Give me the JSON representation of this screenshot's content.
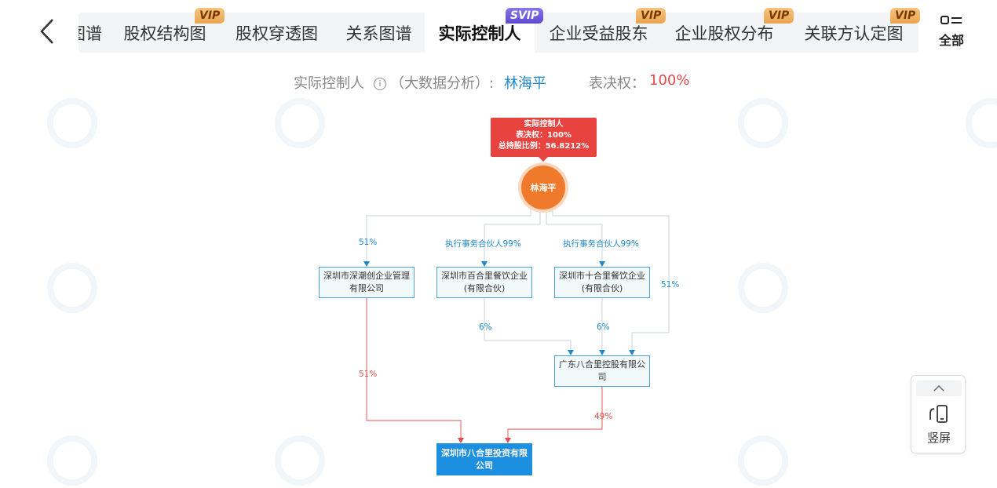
{
  "tabs": [
    {
      "label": "图谱",
      "badge": ""
    },
    {
      "label": "股权结构图",
      "badge": "VIP"
    },
    {
      "label": "股权穿透图",
      "badge": ""
    },
    {
      "label": "关系图谱",
      "badge": ""
    },
    {
      "label": "实际控制人",
      "badge": "SVIP",
      "active": true
    },
    {
      "label": "企业受益股东",
      "badge": "VIP"
    },
    {
      "label": "企业股权分布",
      "badge": ""
    },
    {
      "label": "关联方认定图",
      "badge": "VIP"
    }
  ],
  "tab_badges": {
    "vip": "VIP",
    "svip": "SVIP"
  },
  "all_button": {
    "label": "全部",
    "icon": "grid-list-icon"
  },
  "summary": {
    "controller_label": "实际控制人",
    "analysis_label": "（大数据分析）:",
    "controller_name": "林海平",
    "voting_label": "表决权：",
    "voting_value": "100%"
  },
  "controller_card": {
    "line1": "实际控制人",
    "line2": "表决权：100%",
    "line3": "总持股比例：56.8212%"
  },
  "person": {
    "name": "林海平"
  },
  "nodes": {
    "n1": "深圳市深潮创企业管理有限公司",
    "n2": "深圳市百合里餐饮企业(有限合伙)",
    "n3": "深圳市十合里餐饮企业(有限合伙)",
    "n4": "广东八合里控股有限公司",
    "target": "深圳市八合里投资有限公司"
  },
  "edge_labels": {
    "p_n1": "51%",
    "p_n2": "执行事务合伙人99%",
    "p_n3": "执行事务合伙人99%",
    "p_n4": "51%",
    "n2_n4": "6%",
    "n3_n4": "6%",
    "n1_target": "51%",
    "n4_target": "49%"
  },
  "portrait_button": {
    "label": "竖屏"
  },
  "colors": {
    "accent_blue": "#1e88c8",
    "accent_red": "#e24b4b",
    "person_orange": "#f07a2c",
    "target_blue": "#1c8fe0"
  }
}
